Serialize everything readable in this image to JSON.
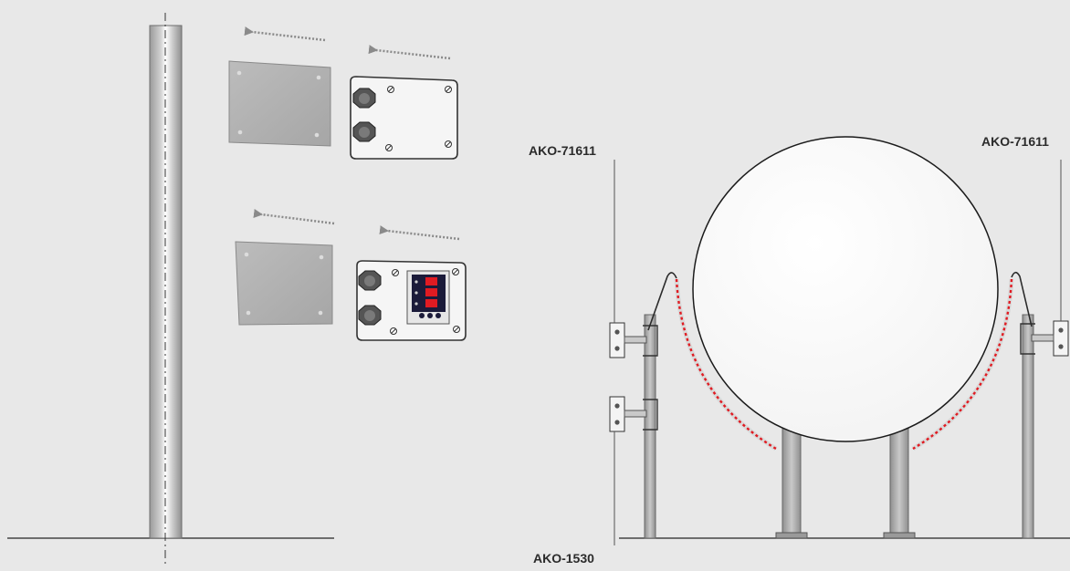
{
  "labels": {
    "sensor_left": "AKO-71611",
    "sensor_right": "AKO-71611",
    "support": "AKO-1530"
  },
  "icons": {
    "arrows": "dotted-arrow-left-icon",
    "plate": "mounting-plate-icon",
    "box": "junction-box-icon",
    "controller": "controller-box-icon"
  },
  "colors": {
    "background": "#e8e8e8",
    "pipe": "#c4c4c4",
    "plate": "#b3b3b3",
    "box": "#f5f5f5",
    "cable": "#e01b22",
    "display": "#1b1b3a"
  }
}
